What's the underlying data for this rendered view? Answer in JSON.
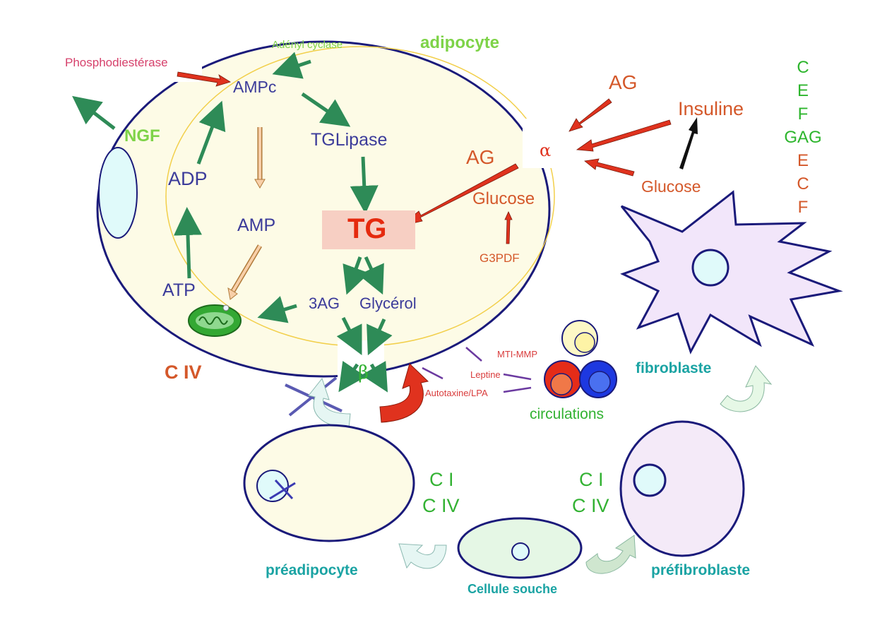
{
  "colors": {
    "navy_text": "#3b3b9a",
    "orange_text": "#d4582a",
    "green_text": "#33b233",
    "teal_text": "#1aa3a3",
    "arrow_green": "#2e8b57",
    "arrow_red": "#e0321e",
    "cell_fill": "#fdfbe6",
    "cell_outline": "#1a1a7a",
    "tg_box": "#f7cfc3"
  },
  "labels": {
    "adipocyte": "adipocyte",
    "phosphodiesterase": "Phosphodiestérase",
    "adenyl_cyclase": "Adényl cyclase",
    "ampc": "AMPc",
    "tglipase": "TGLipase",
    "ngf": "NGF",
    "adp": "ADP",
    "amp": "AMP",
    "atp": "ATP",
    "tg": "TG",
    "ag_inner": "AG",
    "glucose_inner": "Glucose",
    "g3pdf": "G3PDF",
    "three_ag": "3AG",
    "glycerol": "Glycérol",
    "beta": "β",
    "alpha": "α",
    "c_iv_main": "C IV",
    "ag_outer": "AG",
    "insuline": "Insuline",
    "glucose_outer": "Glucose",
    "mti_mmp": "MTI-MMP",
    "leptine": "Leptine",
    "autotaxine": "Autotaxine/LPA",
    "circulations": "circulations",
    "fibroblaste": "fibroblaste",
    "preadipocyte": "préadipocyte",
    "prefibroblaste": "préfibroblaste",
    "cellule_souche": "Cellule souche",
    "ci_left": "C I",
    "civ_left": "C IV",
    "ci_right": "C I",
    "civ_right": "C IV"
  },
  "side_list": [
    {
      "text": "C",
      "color": "#2db52d"
    },
    {
      "text": "E",
      "color": "#2db52d"
    },
    {
      "text": "F",
      "color": "#2db52d"
    },
    {
      "text": "GAG",
      "color": "#2db52d"
    },
    {
      "text": "E",
      "color": "#d4582a"
    },
    {
      "text": "C",
      "color": "#d4582a"
    },
    {
      "text": "F",
      "color": "#d4582a"
    }
  ]
}
